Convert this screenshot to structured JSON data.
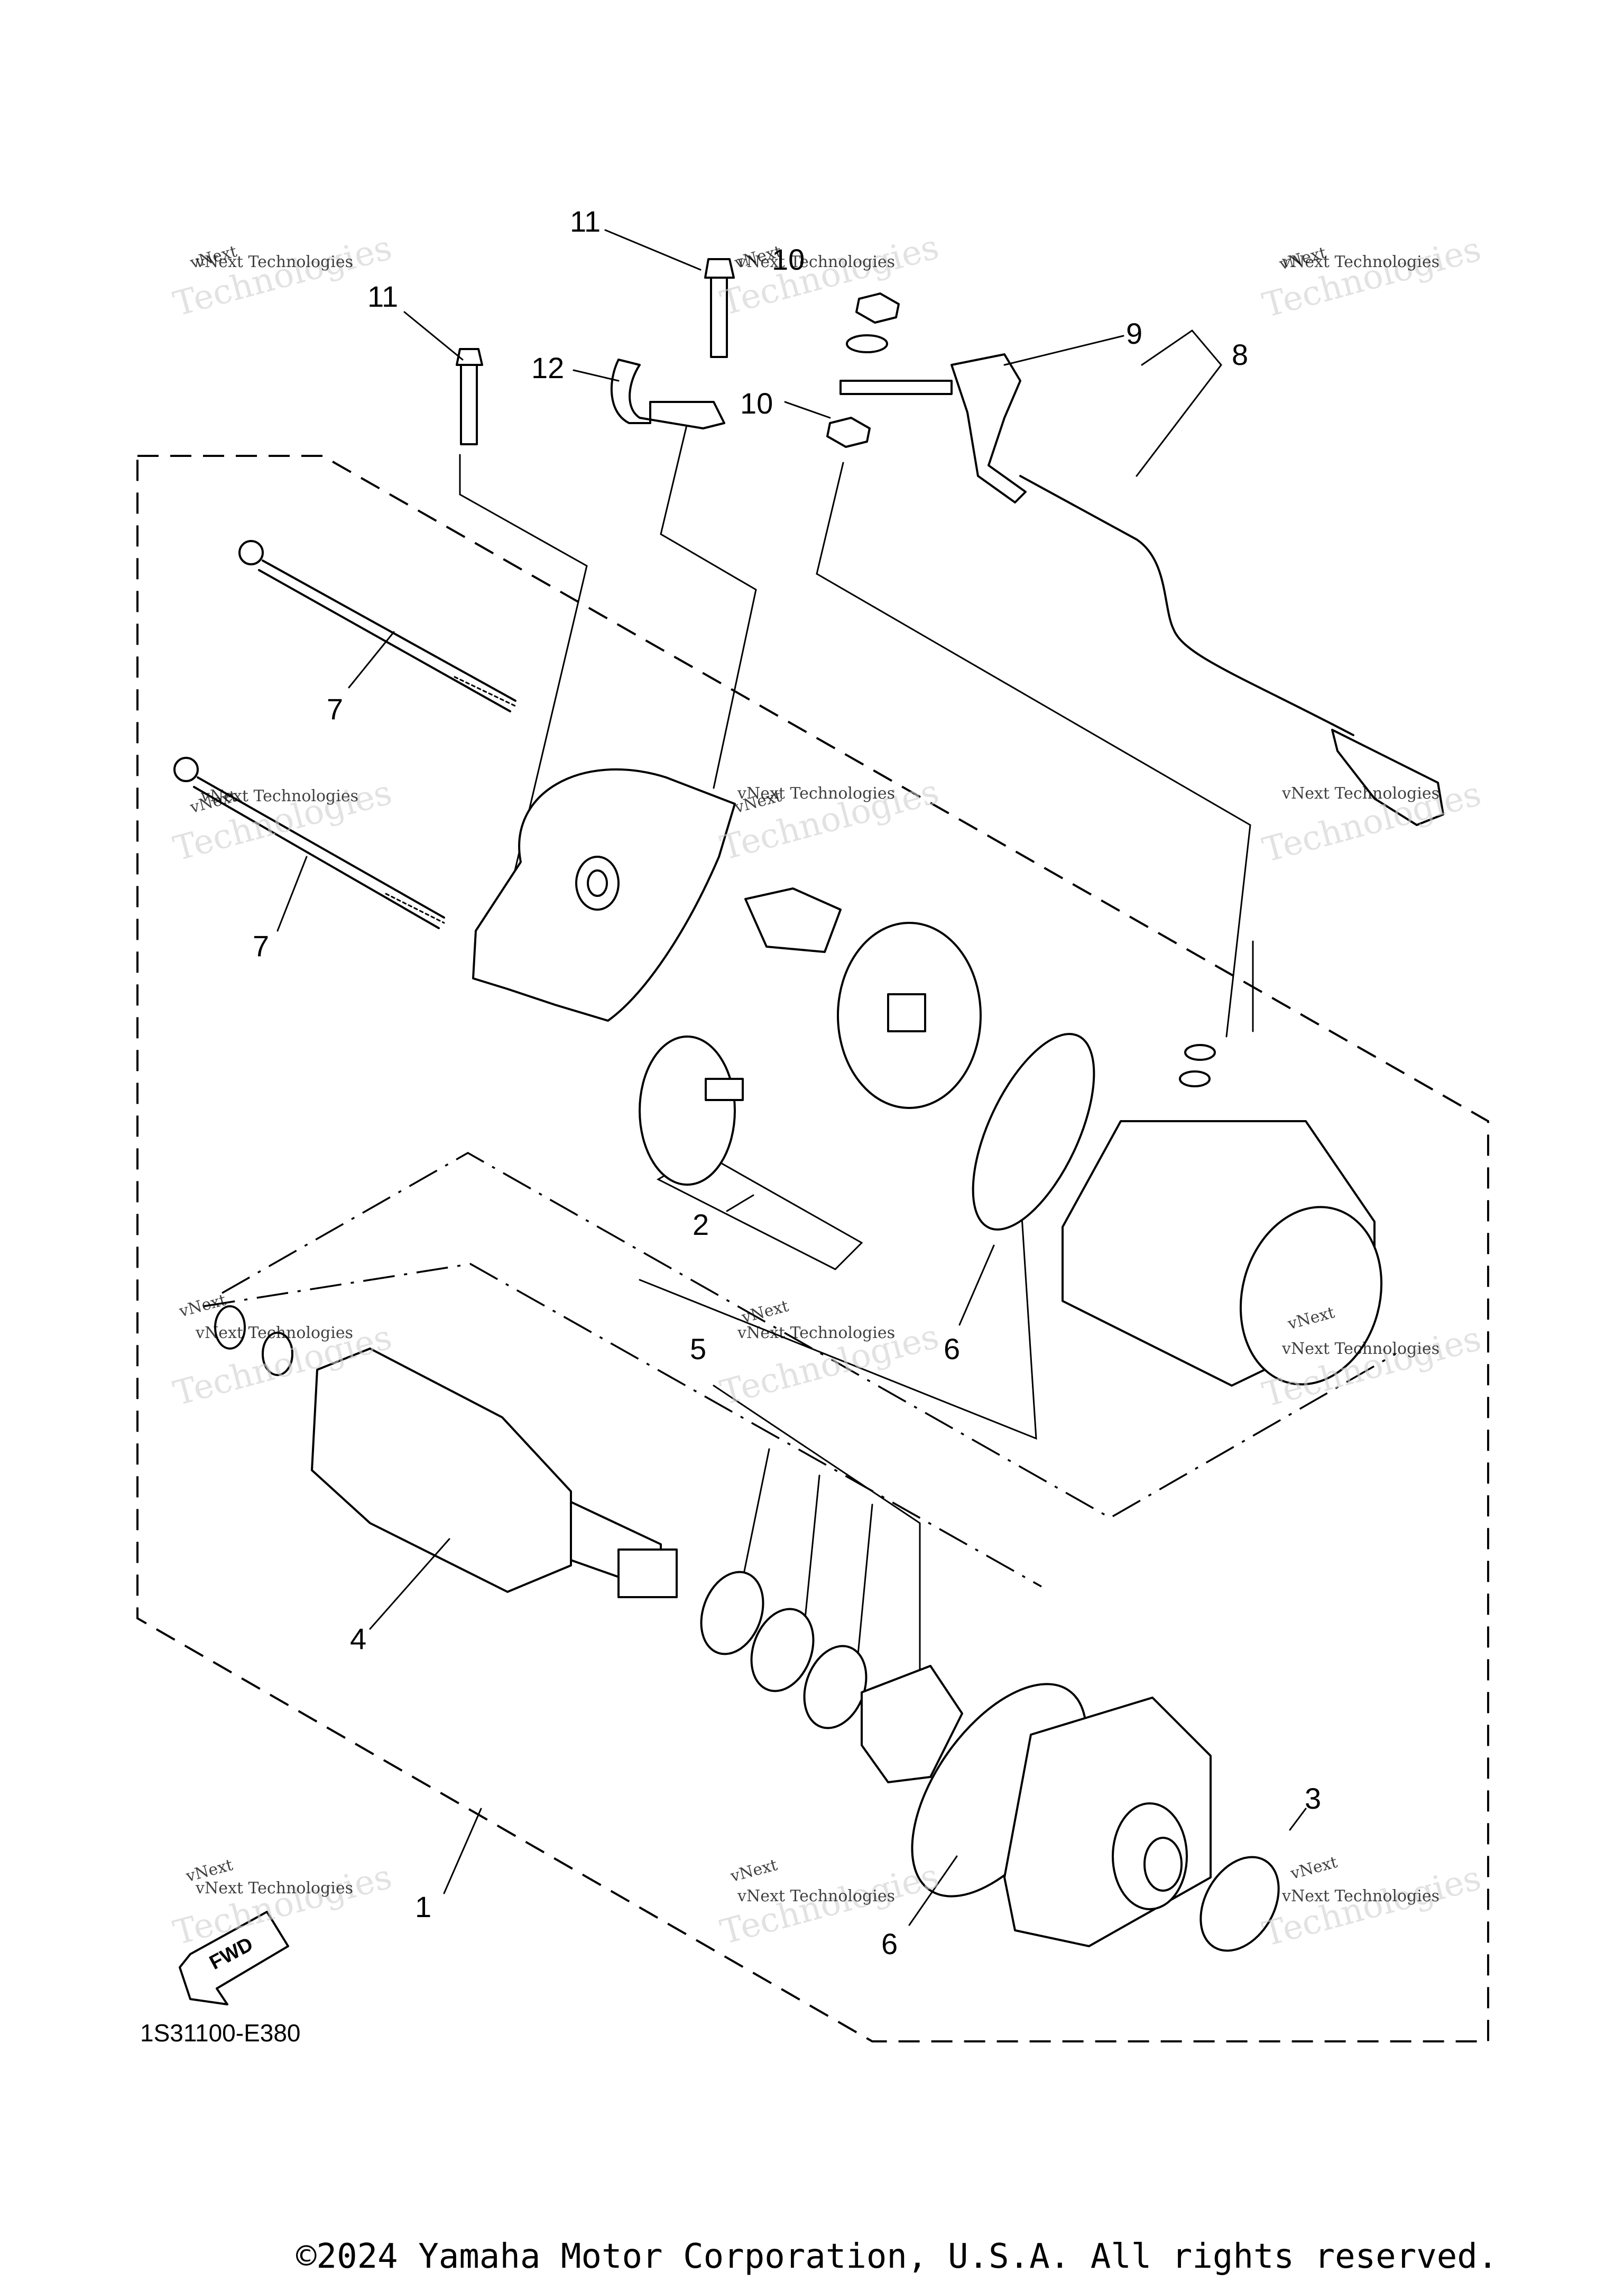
{
  "callouts": [
    "1",
    "2",
    "3",
    "4",
    "5",
    "6",
    "6",
    "7",
    "7",
    "8",
    "9",
    "10",
    "10",
    "11",
    "11",
    "12"
  ],
  "diagram_code": "1S31100-E380",
  "fwd_label": "FWD",
  "watermark_line1": "vNext Technologies",
  "watermark_line2": "Technologies",
  "watermark_line3": "vNext",
  "copyright": "©2024 Yamaha Motor Corporation, U.S.A. All rights reserved."
}
